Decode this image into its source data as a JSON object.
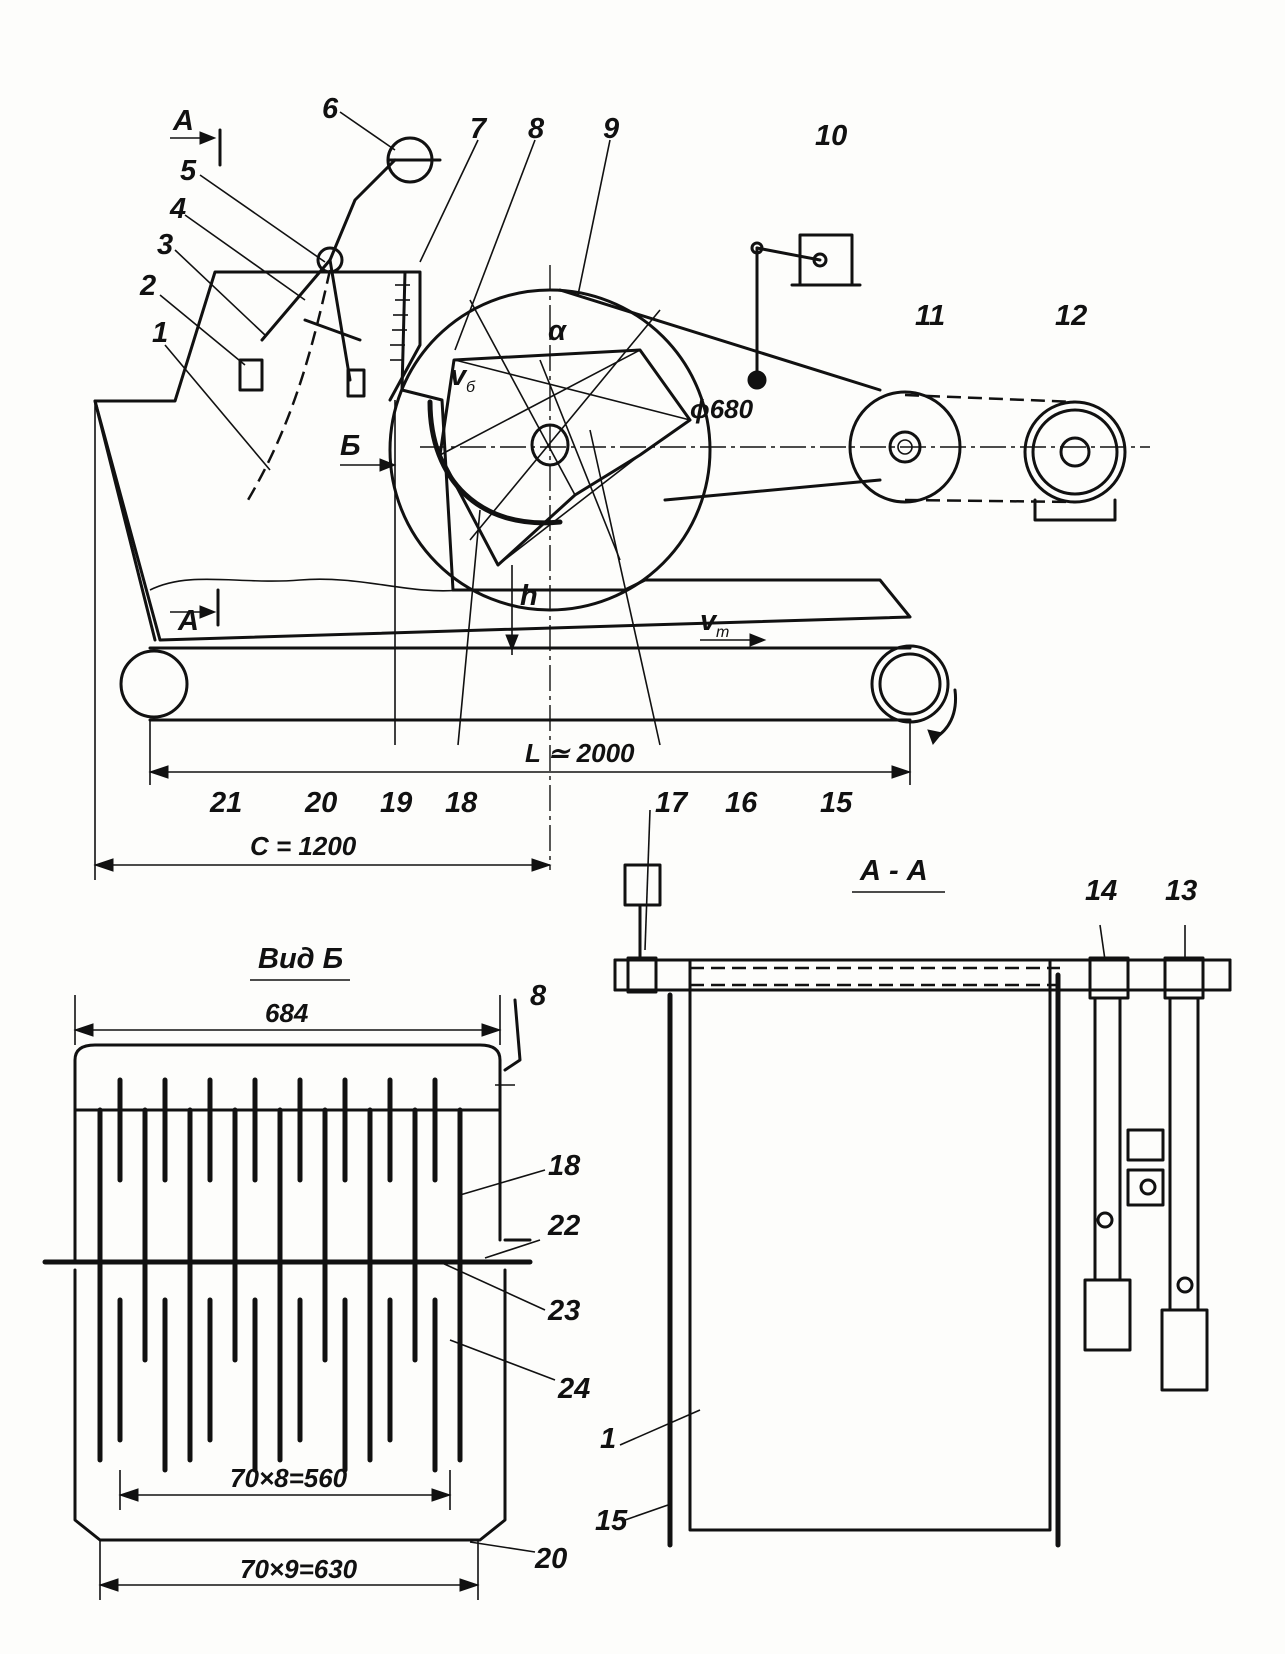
{
  "labels": {
    "n1": "1",
    "n2": "2",
    "n3": "3",
    "n4": "4",
    "n5": "5",
    "n6": "6",
    "n7": "7",
    "n8": "8",
    "n9": "9",
    "n10": "10",
    "n11": "11",
    "n12": "12",
    "n13": "13",
    "n14": "14",
    "n15": "15",
    "n16": "16",
    "n17": "17",
    "n18": "18",
    "n19": "19",
    "n20": "20",
    "n21": "21",
    "n22": "22",
    "n23": "23",
    "n24": "24",
    "b_n1": "1",
    "b_n15": "15",
    "b_n8": "8",
    "b_n18": "18",
    "b_n20": "20"
  },
  "symbols": {
    "alpha": "α",
    "v_b": "v",
    "v_b_sub": "б",
    "v_t": "v",
    "v_t_sub": "т",
    "h": "h",
    "section_mark": "A",
    "view_mark": "Б"
  },
  "dimensions": {
    "diameter": "ϕ680",
    "length": "L ≃ 2000",
    "c": "C = 1200",
    "width": "684",
    "pitch8": "70×8=560",
    "pitch9": "70×9=630"
  },
  "titles": {
    "view_b": "Вид Б",
    "section_aa": "А - А"
  }
}
